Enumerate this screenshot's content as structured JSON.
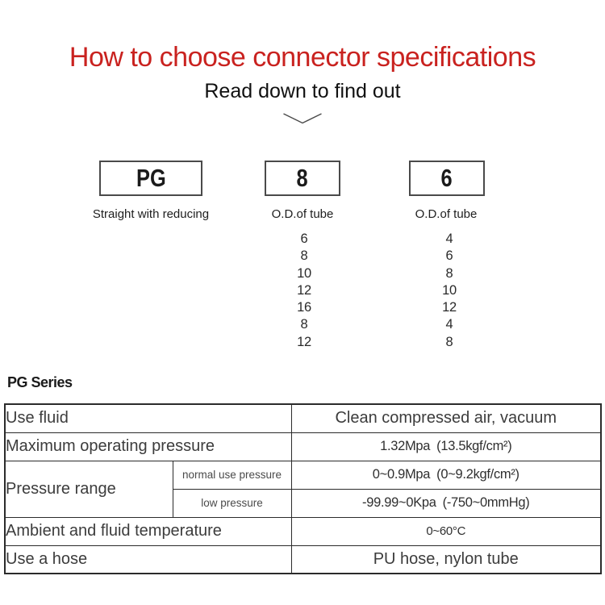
{
  "header": {
    "title": "How to choose connector specifications",
    "subtitle": "Read down to find out"
  },
  "colors": {
    "title_red": "#c9221f",
    "row_beige": "#f4ecdc",
    "table_border": "#2b2b2b"
  },
  "icons": {
    "chevron_down": "chevron-down-icon"
  },
  "code_breakdown": {
    "segments": [
      {
        "code": "PG",
        "label": "Straight with reducing"
      },
      {
        "code": "8",
        "label": "O.D.of tube",
        "options": [
          "6",
          "8",
          "10",
          "12",
          "16",
          "8",
          "12"
        ]
      },
      {
        "code": "6",
        "label": "O.D.of  tube",
        "options": [
          "4",
          "6",
          "8",
          "10",
          "12",
          "4",
          "8"
        ]
      }
    ]
  },
  "series_heading": "PG Series",
  "spec_table": {
    "rows": [
      {
        "label": "Use fluid",
        "value": "Clean compressed air, vacuum"
      },
      {
        "label": "Maximum operating pressure",
        "value": "1.32Mpa (13.5kgf/cm²)"
      },
      {
        "label": "Pressure range",
        "sub_label": "normal use pressure",
        "value": "0~0.9Mpa (0~9.2kgf/cm²)"
      },
      {
        "sub_label": "low pressure",
        "value": "-99.99~0Kpa (-750~0mmHg)"
      },
      {
        "label": "Ambient and fluid temperature",
        "value": "0~60°C"
      },
      {
        "label": "Use a hose",
        "value": "PU hose, nylon tube"
      }
    ]
  }
}
